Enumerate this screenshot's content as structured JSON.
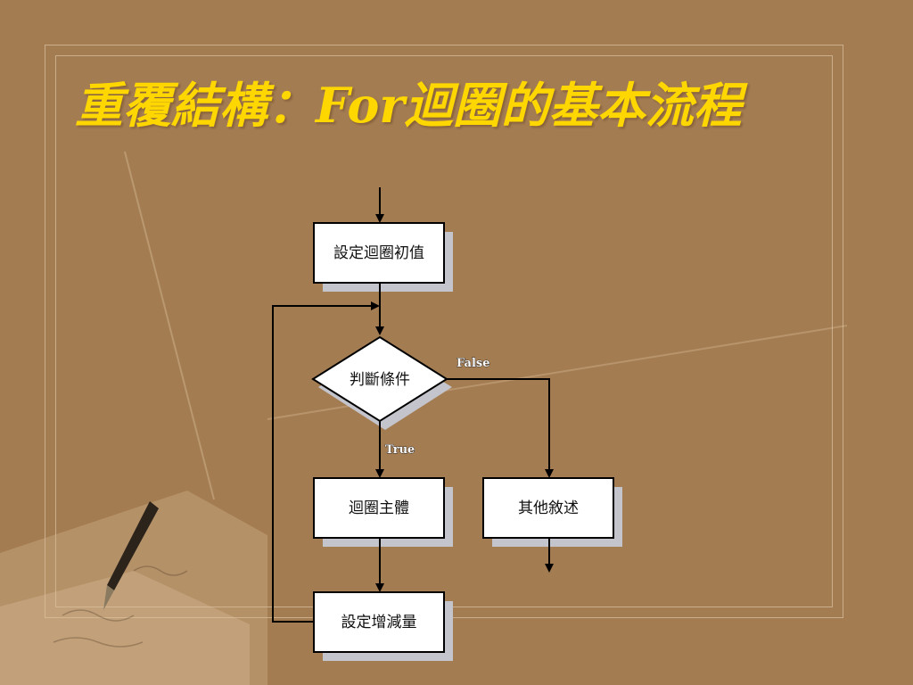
{
  "slide": {
    "title": "重覆結構：For迴圈的基本流程"
  },
  "flowchart": {
    "nodes": {
      "init": "設定迴圈初值",
      "condition": "判斷條件",
      "body": "迴圈主體",
      "update": "設定增減量",
      "other": "其他敘述"
    },
    "edges": {
      "false_label": "False",
      "true_label": "True"
    }
  },
  "colors": {
    "background": "#a47c52",
    "title": "#ffd700",
    "box_fill": "#ffffff",
    "box_stroke": "#000000",
    "box_shadow": "#c4c4cc"
  }
}
